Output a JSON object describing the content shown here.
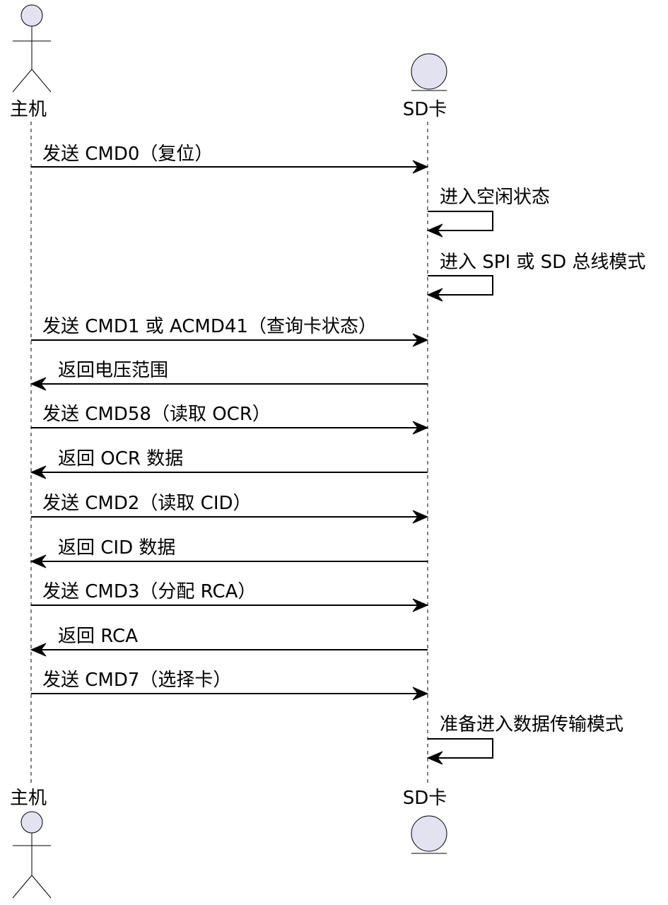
{
  "participants": {
    "host": {
      "label": "主机",
      "kind": "actor"
    },
    "card": {
      "label": "SD卡",
      "kind": "entity"
    }
  },
  "messages": [
    {
      "from": "host",
      "to": "card",
      "text": "发送 CMD0（复位）"
    },
    {
      "from": "card",
      "to": "card",
      "text": "进入空闲状态"
    },
    {
      "from": "card",
      "to": "card",
      "text": "进入 SPI 或 SD 总线模式"
    },
    {
      "from": "host",
      "to": "card",
      "text": "发送 CMD1 或 ACMD41（查询卡状态）"
    },
    {
      "from": "card",
      "to": "host",
      "text": "返回电压范围"
    },
    {
      "from": "host",
      "to": "card",
      "text": "发送 CMD58（读取 OCR）"
    },
    {
      "from": "card",
      "to": "host",
      "text": "返回 OCR 数据"
    },
    {
      "from": "host",
      "to": "card",
      "text": "发送 CMD2（读取 CID）"
    },
    {
      "from": "card",
      "to": "host",
      "text": "返回 CID 数据"
    },
    {
      "from": "host",
      "to": "card",
      "text": "发送 CMD3（分配 RCA）"
    },
    {
      "from": "card",
      "to": "host",
      "text": "返回 RCA"
    },
    {
      "from": "host",
      "to": "card",
      "text": "发送 CMD7（选择卡）"
    },
    {
      "from": "card",
      "to": "card",
      "text": "准备进入数据传输模式"
    }
  ],
  "colors": {
    "participant_fill": "#e2e2f0",
    "line": "#000000",
    "text": "#000000"
  }
}
